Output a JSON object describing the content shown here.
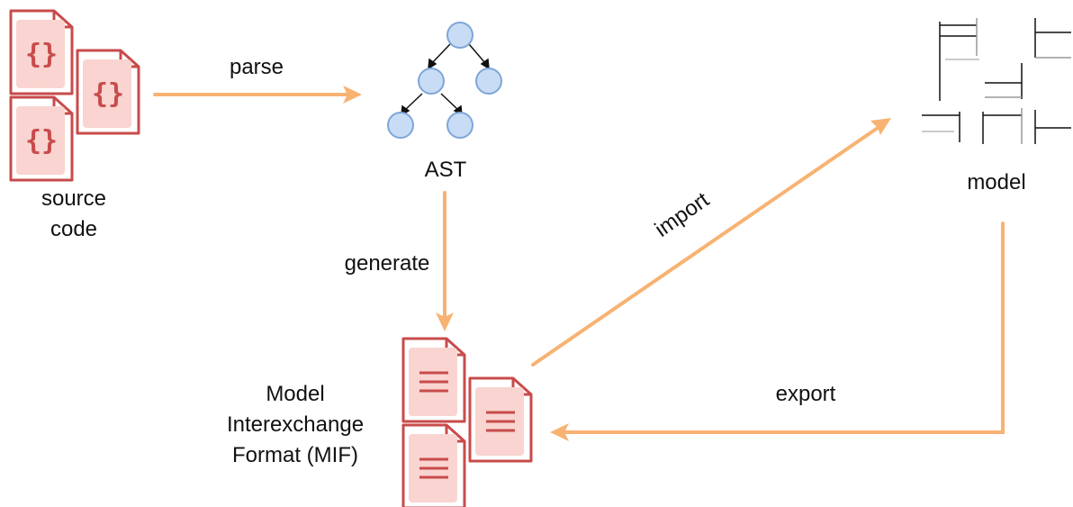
{
  "diagram": {
    "source_code": [
      "source",
      "code"
    ],
    "parse": "parse",
    "ast": "AST",
    "generate": "generate",
    "mif": [
      "Model",
      "Interexchange",
      "Format (MIF)"
    ],
    "import": "import",
    "export": "export",
    "model": "model"
  },
  "colors": {
    "arrow": "#f8b272",
    "doc_stroke": "#c84b4b",
    "doc_fill": "#f9d4d0",
    "node_fill": "#c8dcf5",
    "node_stroke": "#7fa6d8"
  },
  "icons": [
    "code-file-icon",
    "document-icon",
    "tree-icon",
    "class-diagram-icon"
  ]
}
